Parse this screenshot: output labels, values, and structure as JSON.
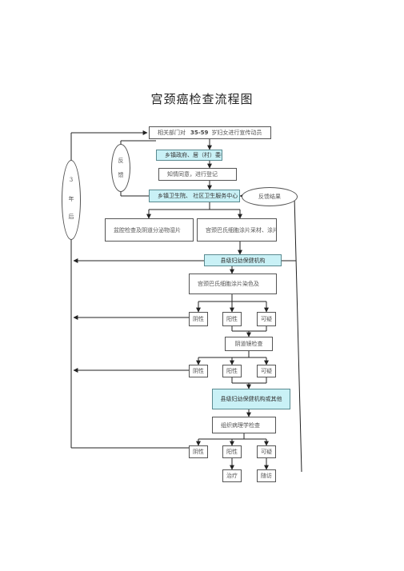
{
  "title": "宫颈癌检查流程图",
  "nodes": {
    "mobilize": {
      "prefix": "相关部门对",
      "ages": "35-59",
      "suffix": "岁妇女进行宣传动员"
    },
    "township_gov": "乡镇政府、居（村）委会",
    "informed_register": "知情同意，进行登记",
    "health_center": "乡镇卫生院、 社区卫生服务中心",
    "feedback": "反馈结果",
    "exam_sample": "盆腔检查及阴道分泌物湿片",
    "pap_smear": "宫颈巴氏细胞涂片采材、涂片。",
    "mch_institution": "县级妇幼保健机构",
    "pap_stain": "宫颈巴氏细胞涂片染色及",
    "colposcopy": "阴道镜检查",
    "referral": "县级妇幼保健机构或其他",
    "pathology": "组织病理学检查",
    "treat": "治疗",
    "follow_up": "随访"
  },
  "results": {
    "negative": "阴性",
    "positive": "阳性",
    "suspicious": "可疑"
  },
  "ovals": {
    "three_years": [
      "3",
      "年",
      "后"
    ],
    "feedback_loop": [
      "反",
      "馈"
    ]
  }
}
